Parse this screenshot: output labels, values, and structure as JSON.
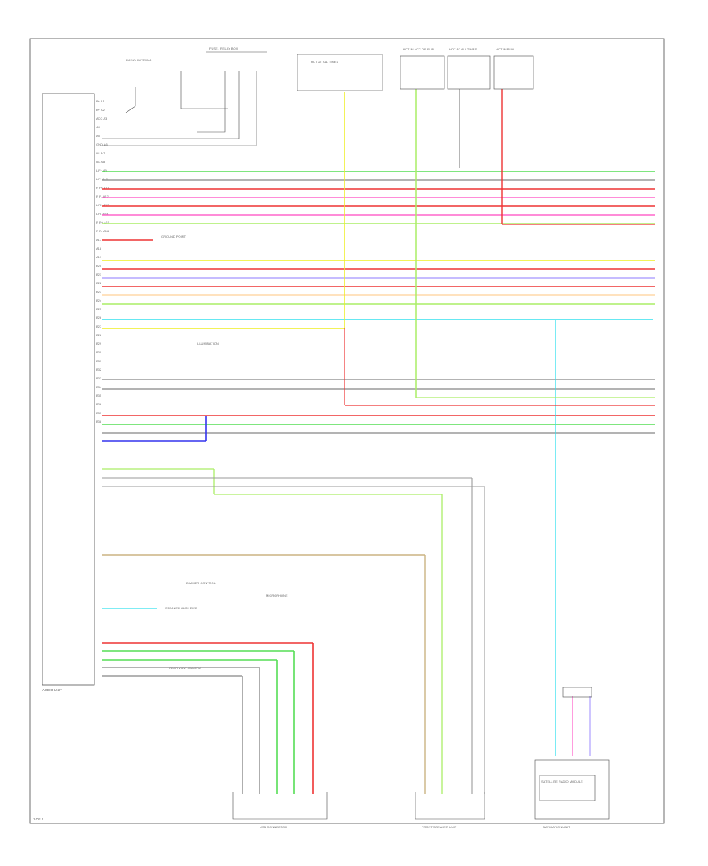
{
  "diagram": {
    "corner_label": "1 OF 2",
    "unit_label": "AUDIO UNIT",
    "left_connector": {
      "pins": [
        "B+ A1",
        "B+ A2",
        "ACC A3",
        "A4",
        "A5",
        "GND A6",
        "ILL A7",
        "ILL A8",
        "L F+ A9",
        "L F- A10",
        "R F+ A11",
        "R F- A12",
        "L R+ A13",
        "L R- A14",
        "R R+ A15",
        "R R- A16",
        "A17",
        "A18",
        "A19",
        "B20",
        "B21",
        "B22",
        "B23",
        "B24",
        "B25",
        "B26",
        "B27",
        "B28",
        "B29",
        "B30",
        "B31",
        "B32",
        "B33",
        "B34",
        "B35",
        "B36",
        "B37",
        "B38"
      ]
    },
    "top_components": {
      "antenna": "RADIO ANTENNA",
      "fuse_block": "FUSE / RELAY BOX",
      "fuse_1": "HOT AT ALL TIMES",
      "fuse_2": "HOT IN ACC OR RUN",
      "fuse_3": "HOT AT ALL TIMES",
      "fuse_4": "HOT IN RUN"
    },
    "bottom_components": {
      "left_box": "USB CONNECTOR",
      "middle_box": "FRONT SPEAKER UNIT",
      "right_box": "NAVIGATION UNIT",
      "right_box_inner": "SATELLITE RADIO MODULE"
    },
    "notes": {
      "gnd_note": "GROUND POINT",
      "ill_note": "ILLUMINATION",
      "dim_note": "DIMMER CONTROL",
      "spk_note": "SPEAKER AMPLIFIER",
      "mic_note": "MICROPHONE",
      "cam_note": "REAR VIEW CAMERA"
    },
    "colors": {
      "red": "#ee3333",
      "pink": "#ff66cc",
      "yellow": "#eeee22",
      "green": "#55dd55",
      "lightgreen": "#aaee66",
      "blue": "#3333ee",
      "cyan": "#33e0ee",
      "gray": "#9a9a9a",
      "tan": "#cbb482",
      "peach": "#ffd9a8",
      "lavender": "#b4a6ff",
      "wire": "#4a4a4a"
    }
  }
}
